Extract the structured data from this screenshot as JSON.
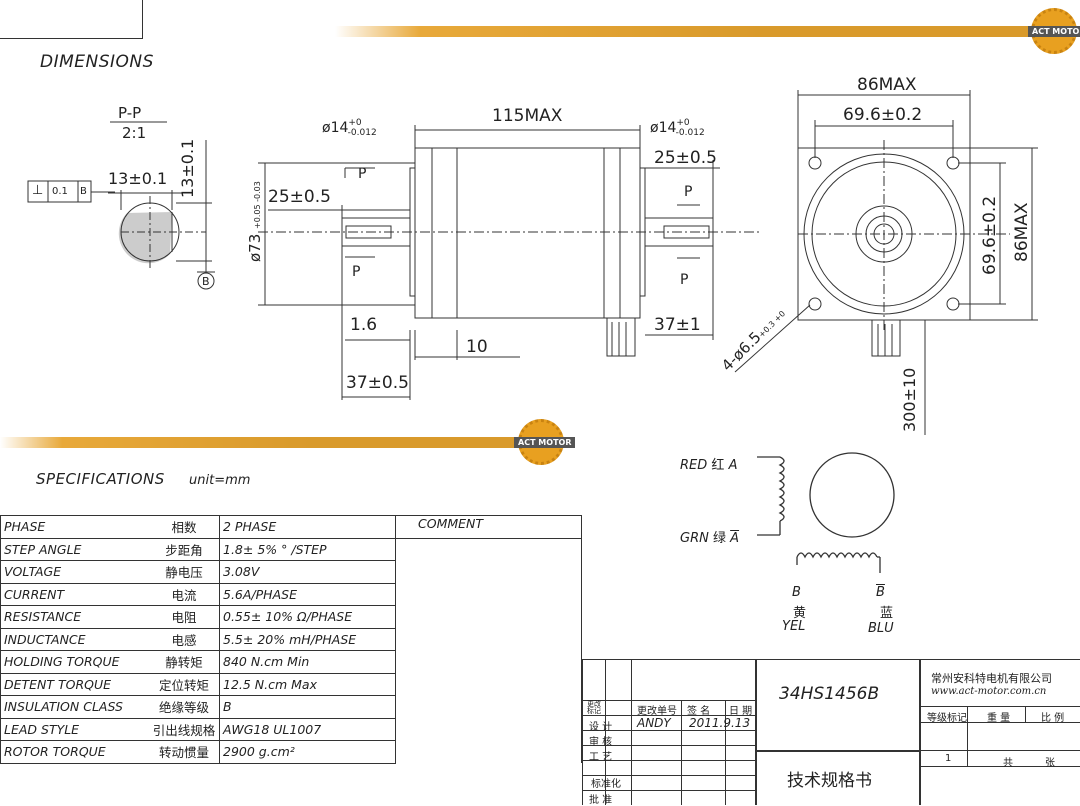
{
  "logos": {
    "top_text": "ACT MOTOR",
    "mid_text": "ACT MOTOR"
  },
  "dimensions": {
    "title": "DIMENSIONS",
    "section_label": "P-P",
    "section_scale": "2:1",
    "flatness_sym": "⊥",
    "flatness_tol": "0.1",
    "flatness_ref": "B",
    "datum_b": "B",
    "flat_13": "13±0.1",
    "flat_13v": "13±0.1",
    "dia14_left": "ø14",
    "dia14_left_tol_hi": "+0",
    "dia14_left_tol_lo": "-0.012",
    "dia14_right": "ø14",
    "dia14_right_tol_hi": "+0",
    "dia14_right_tol_lo": "-0.012",
    "len_115": "115MAX",
    "len_25_left": "25±0.5",
    "len_25_right": "25±0.5",
    "dia73": "ø73",
    "dia73_tol": "+0.05 -0.03",
    "p_mark": "P",
    "len_1_6": "1.6",
    "len_10": "10",
    "len_37_right": "37±1",
    "len_37_bottom": "37±0.5",
    "w_86": "86MAX",
    "w_69": "69.6±0.2",
    "h_69": "69.6±0.2",
    "h_86": "86MAX",
    "holes": "4-ø6.5",
    "holes_tol": "+0.3 +0",
    "lead_len": "300±10"
  },
  "specifications": {
    "title": "SPECIFICATIONS",
    "unit": "unit=mm",
    "comment_header": "COMMENT",
    "rows": [
      {
        "name": "PHASE",
        "cn": "相数",
        "value": "2  PHASE"
      },
      {
        "name": "STEP ANGLE",
        "cn": "步距角",
        "value": "1.8± 5% ° /STEP"
      },
      {
        "name": "VOLTAGE",
        "cn": "静电压",
        "value": "3.08V"
      },
      {
        "name": "CURRENT",
        "cn": "电流",
        "value": "5.6A/PHASE"
      },
      {
        "name": "RESISTANCE",
        "cn": "电阻",
        "value": "0.55± 10%  Ω/PHASE"
      },
      {
        "name": "INDUCTANCE",
        "cn": "电感",
        "value": "5.5± 20% mH/PHASE"
      },
      {
        "name": "HOLDING TORQUE",
        "cn": "静转矩",
        "value": "840  N.cm Min"
      },
      {
        "name": "DETENT TORQUE",
        "cn": "定位转矩",
        "value": "12.5 N.cm Max"
      },
      {
        "name": "INSULATION CLASS",
        "cn": "绝缘等级",
        "value": "B"
      },
      {
        "name": "LEAD STYLE",
        "cn": "引出线规格",
        "value": "AWG18 UL1007"
      },
      {
        "name": "ROTOR TORQUE",
        "cn": "转动惯量",
        "value": "2900 g.cm²"
      }
    ]
  },
  "wiring": {
    "red": "RED",
    "red_cn": "红",
    "a": "A",
    "grn": "GRN",
    "grn_cn": "绿",
    "a_bar": "A",
    "b": "B",
    "b_bar": "B",
    "yel_cn": "黄",
    "yel": "YEL",
    "blu_cn": "蓝",
    "blu": "BLU"
  },
  "title_block": {
    "model": "34HS1456B",
    "company": "常州安科特电机有限公司",
    "website": "www.act-motor.com.cn",
    "col_change": "更改\n标记",
    "col_order": "更改单号",
    "col_sign": "签 名",
    "col_date": "日 期",
    "design": "设 计",
    "check": "审 核",
    "process": "工 艺",
    "standard": "标准化",
    "approve": "批 准",
    "designer": "ANDY",
    "design_date": "2011.9.13",
    "grade": "等级标记",
    "weight": "重 量",
    "ratio": "比 例",
    "sheet_no": "1",
    "total": "共",
    "sheet": "张",
    "doc_title": "技术规格书"
  }
}
